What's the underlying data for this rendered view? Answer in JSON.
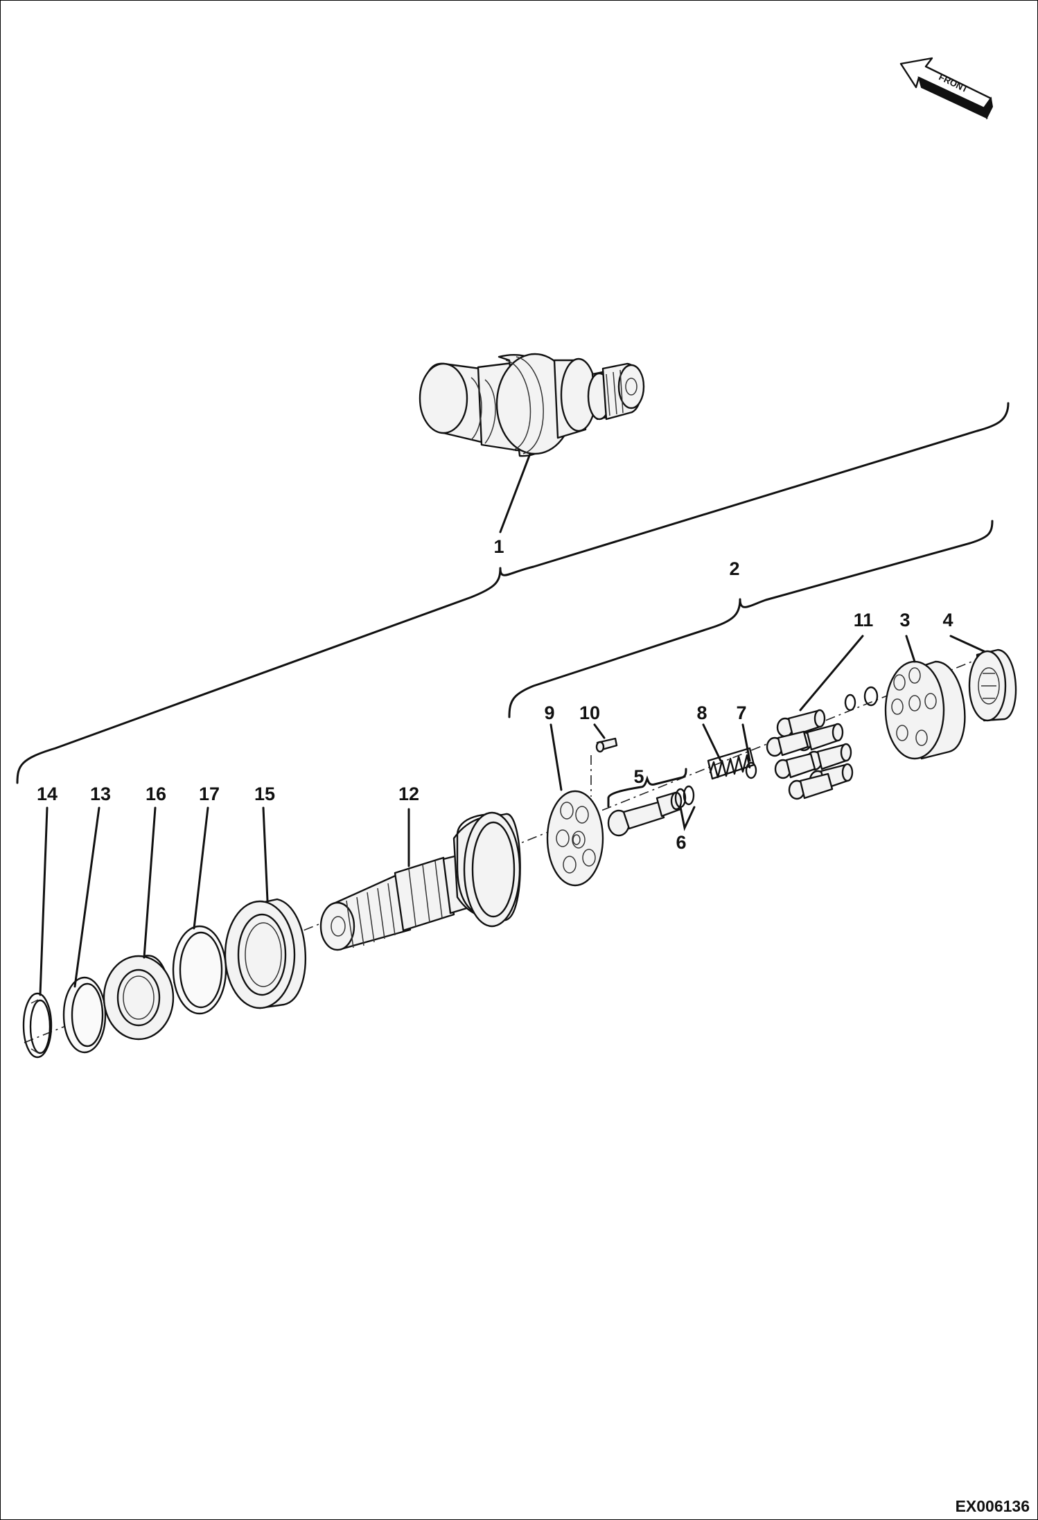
{
  "orientation": {
    "label": "FRONT",
    "icon": "front-direction-arrow-icon"
  },
  "callouts": [
    {
      "id": "1",
      "text": "1"
    },
    {
      "id": "2",
      "text": "2"
    },
    {
      "id": "3",
      "text": "3"
    },
    {
      "id": "4",
      "text": "4"
    },
    {
      "id": "5",
      "text": "5"
    },
    {
      "id": "6",
      "text": "6"
    },
    {
      "id": "7",
      "text": "7"
    },
    {
      "id": "8",
      "text": "8"
    },
    {
      "id": "9",
      "text": "9"
    },
    {
      "id": "10",
      "text": "10"
    },
    {
      "id": "11",
      "text": "11"
    },
    {
      "id": "12",
      "text": "12"
    },
    {
      "id": "13",
      "text": "13"
    },
    {
      "id": "14",
      "text": "14"
    },
    {
      "id": "15",
      "text": "15"
    },
    {
      "id": "16",
      "text": "16"
    },
    {
      "id": "17",
      "text": "17"
    }
  ],
  "document_id": "EX006136"
}
